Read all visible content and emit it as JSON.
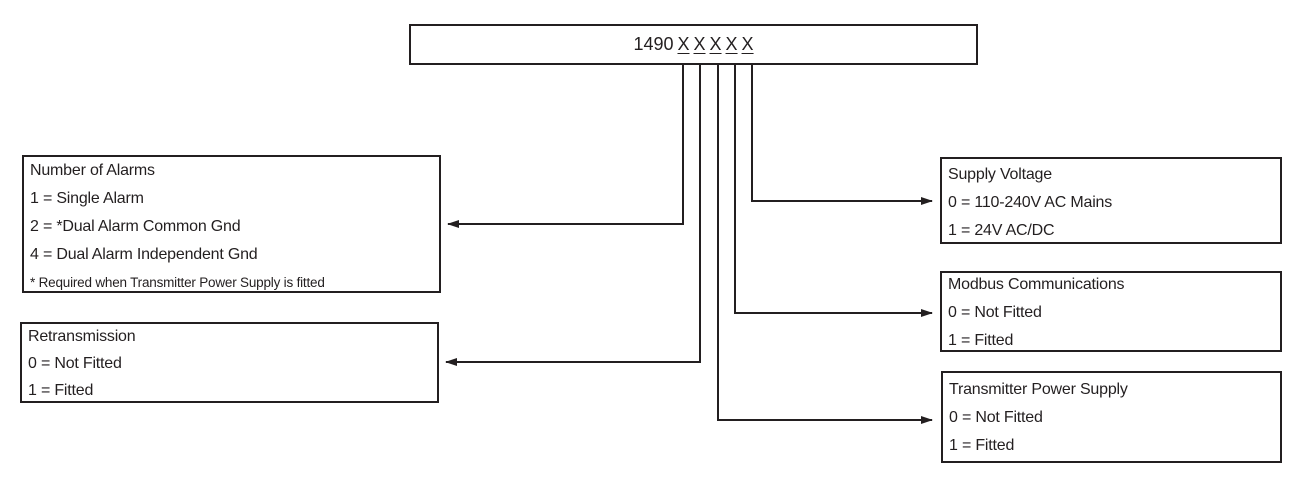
{
  "code": {
    "prefix": "1490",
    "digits": [
      "X",
      "X",
      "X",
      "X",
      "X"
    ]
  },
  "boxes": {
    "alarms": {
      "title": "Number of Alarms",
      "lines": [
        "1 =  Single Alarm",
        "2 =  *Dual Alarm Common Gnd",
        "4 = Dual Alarm Independent Gnd"
      ],
      "note": "* Required when Transmitter Power Supply is fitted"
    },
    "retrans": {
      "title": "Retransmission",
      "lines": [
        "0 =  Not Fitted",
        "1 =  Fitted"
      ]
    },
    "supply": {
      "title": "Supply Voltage",
      "lines": [
        "0 = 110-240V AC Mains",
        "1 = 24V AC/DC"
      ]
    },
    "modbus": {
      "title": "Modbus Communications",
      "lines": [
        "0 =  Not Fitted",
        "1 =  Fitted"
      ]
    },
    "tps": {
      "title": "Transmitter Power Supply",
      "lines": [
        "0 =  Not Fitted",
        "1 =  Fitted"
      ]
    }
  }
}
